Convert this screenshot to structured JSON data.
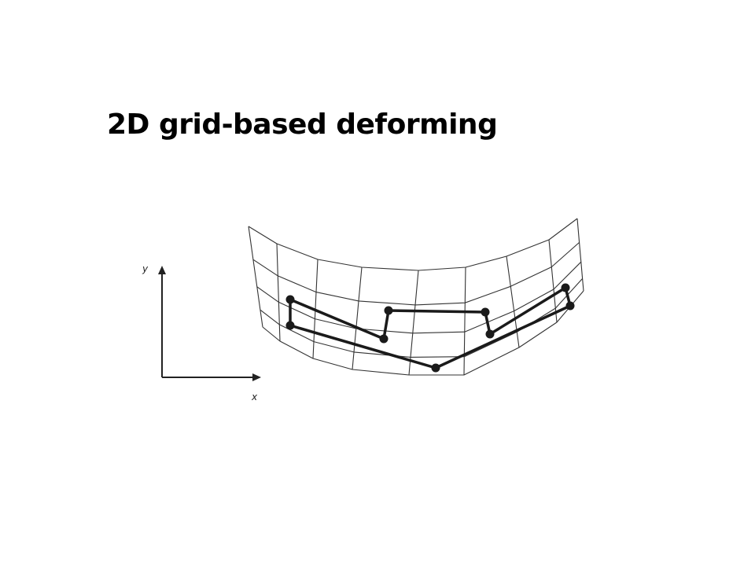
{
  "slide": {
    "title": "2D grid-based deforming"
  },
  "axes": {
    "x_label": "x",
    "y_label": "y"
  },
  "colors": {
    "background": "#ffffff",
    "grid": "#333333",
    "polyline": "#1a1a1a"
  }
}
